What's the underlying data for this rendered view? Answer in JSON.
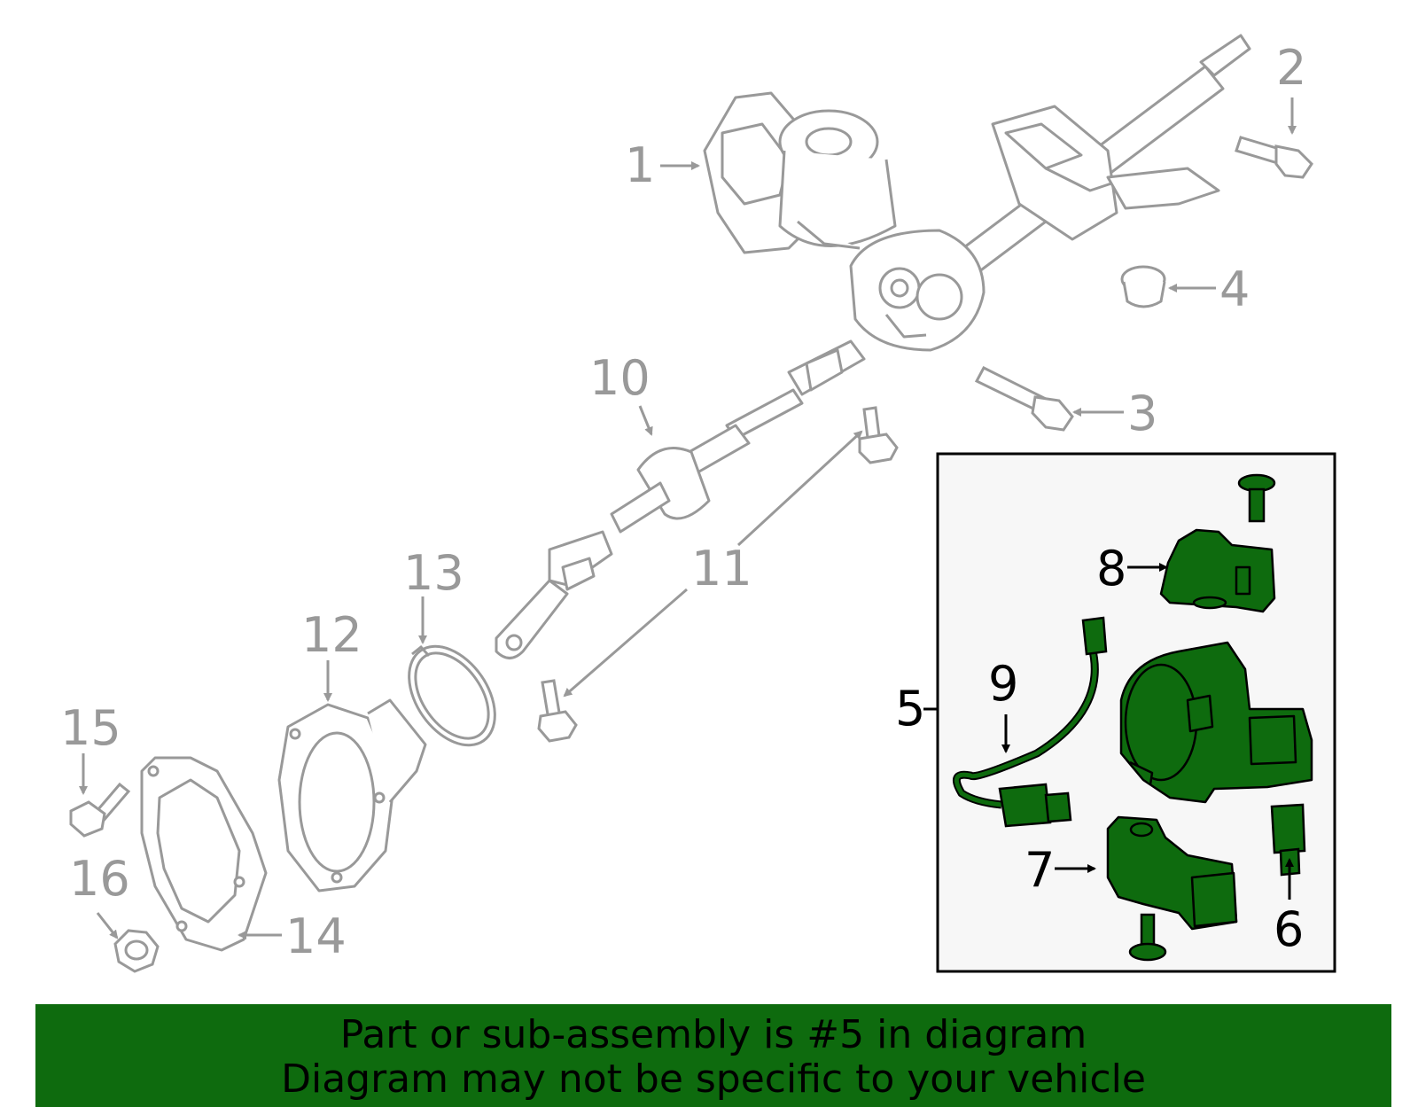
{
  "diagram": {
    "callouts": {
      "n1": "1",
      "n2": "2",
      "n3": "3",
      "n4": "4",
      "n5": "5",
      "n6": "6",
      "n7": "7",
      "n8": "8",
      "n9": "9",
      "n10": "10",
      "n11": "11",
      "n12": "12",
      "n13": "13",
      "n14": "14",
      "n15": "15",
      "n16": "16"
    },
    "colors": {
      "highlight": "#0e6b0e",
      "line_art": "#999999",
      "inset_bg": "#f7f7f7"
    }
  },
  "banner": {
    "line1": "Part or sub-assembly is #5 in diagram",
    "line2": "Diagram may not be specific to your vehicle"
  }
}
